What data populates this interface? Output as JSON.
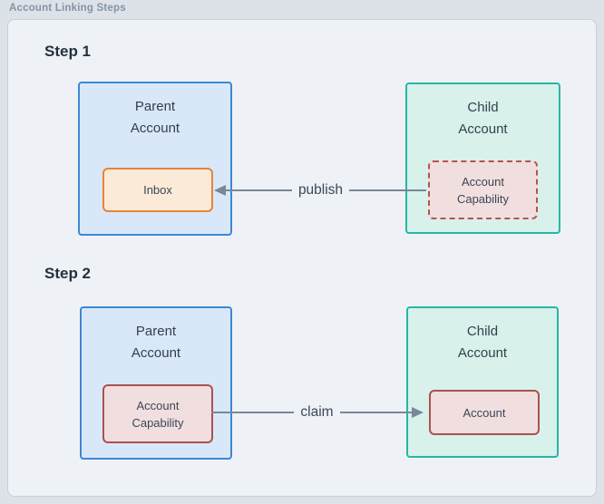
{
  "caption": "Account Linking Steps",
  "colors": {
    "outer_background": "#dde2e8",
    "panel_background": "#eef2f7",
    "panel_border": "#c7cfd8",
    "parent_node_border": "#3e87d6",
    "parent_node_fill": "#d8e8f8",
    "child_node_border": "#27b7a3",
    "child_node_fill": "#d8f1eb",
    "inbox_border": "#e8833b",
    "inbox_fill": "#fcead9",
    "capability_border": "#ac514e",
    "capability_fill": "#f1dfe0",
    "arrow": "#7a8795",
    "text": "#33404d"
  },
  "steps": [
    {
      "label": "Step 1",
      "parent": {
        "title_lines": [
          "Parent",
          "Account"
        ],
        "inner_label": "Inbox"
      },
      "child": {
        "title_lines": [
          "Child",
          "Account"
        ],
        "inner_lines": [
          "Account",
          "Capability"
        ]
      },
      "arrow_label": "publish",
      "arrow_direction": "left"
    },
    {
      "label": "Step 2",
      "parent": {
        "title_lines": [
          "Parent",
          "Account"
        ],
        "inner_lines": [
          "Account",
          "Capability"
        ]
      },
      "child": {
        "title_lines": [
          "Child",
          "Account"
        ],
        "inner_label": "Account"
      },
      "arrow_label": "claim",
      "arrow_direction": "right"
    }
  ]
}
